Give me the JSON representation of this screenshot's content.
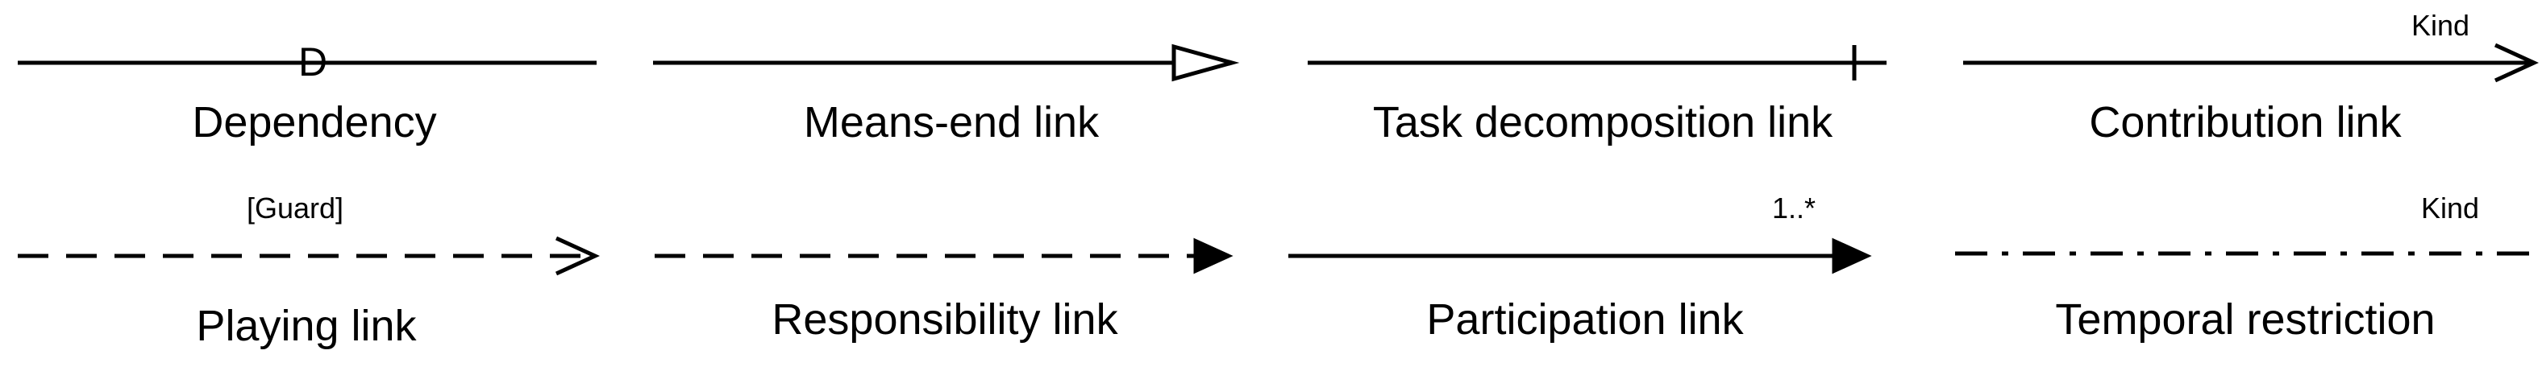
{
  "legend": {
    "items": [
      {
        "name": "Dependency",
        "mark": "D",
        "style": "solid",
        "end": "none",
        "annotation": ""
      },
      {
        "name": "Means-end link",
        "style": "solid",
        "end": "open-triangle",
        "annotation": ""
      },
      {
        "name": "Task decomposition link",
        "style": "solid",
        "end": "tick",
        "annotation": ""
      },
      {
        "name": "Contribution link",
        "style": "solid",
        "end": "open-arrow",
        "annotation": "Kind"
      },
      {
        "name": "Playing link",
        "style": "dashed",
        "end": "open-arrow",
        "annotation": "[Guard]"
      },
      {
        "name": "Responsibility link",
        "style": "dashed",
        "end": "filled-triangle",
        "annotation": ""
      },
      {
        "name": "Participation link",
        "style": "solid",
        "end": "filled-triangle",
        "annotation": "1..*"
      },
      {
        "name": "Temporal restriction",
        "style": "dash-dot",
        "end": "none",
        "annotation": "Kind"
      }
    ]
  }
}
